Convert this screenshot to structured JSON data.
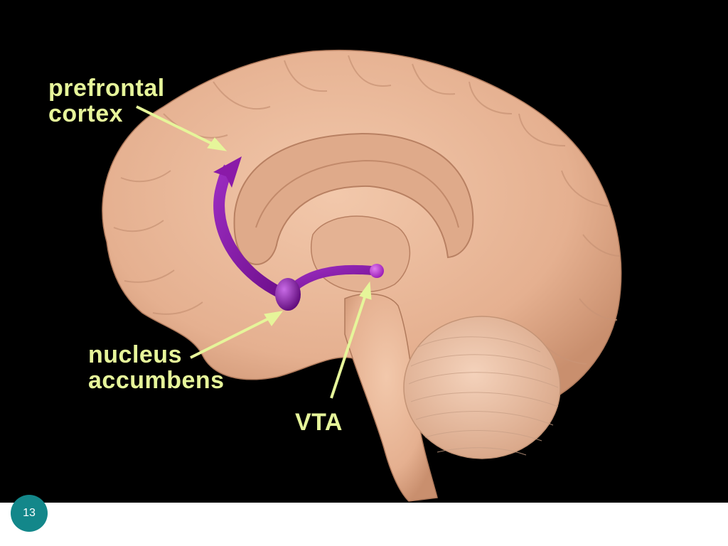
{
  "labels": {
    "prefrontal_line1": "prefrontal",
    "prefrontal_line2": "cortex",
    "nucleus_line1": "nucleus",
    "nucleus_line2": "accumbens",
    "vta": "VTA"
  },
  "page_number": "13",
  "colors": {
    "background": "#000000",
    "brain": "#e8b496",
    "pathway": "#8a1aa8",
    "label": "#e6f59a",
    "page_badge": "#13878a"
  }
}
